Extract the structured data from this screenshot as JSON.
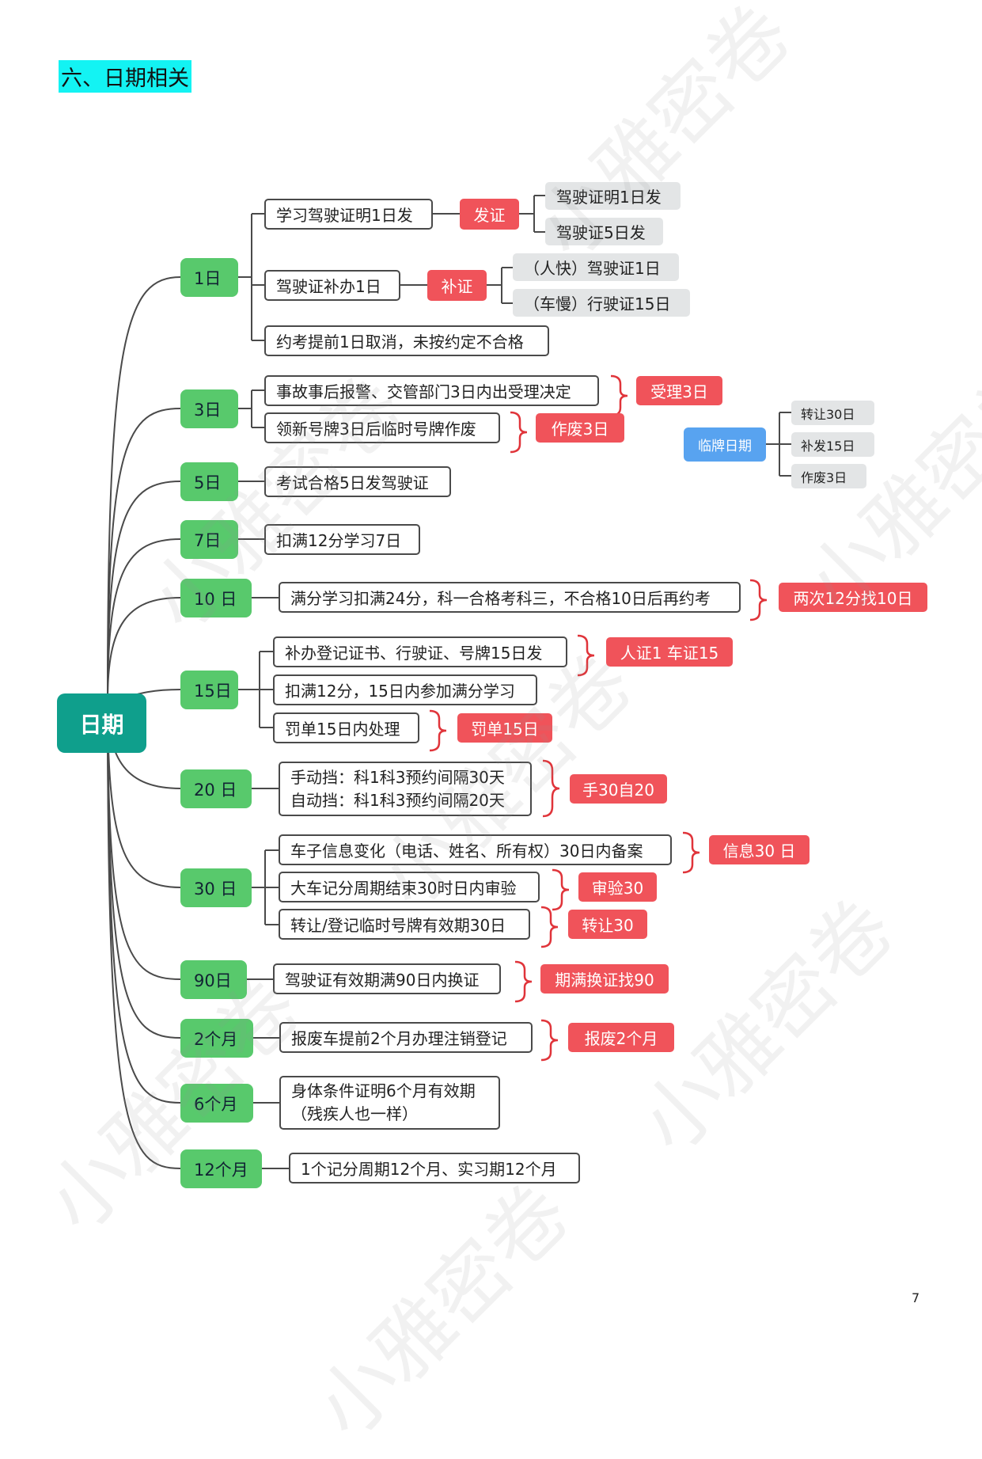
{
  "section_title": "六、日期相关",
  "root": "日期",
  "temp_plate": {
    "label": "临牌日期",
    "items": [
      "转让30日",
      "补发15日",
      "作废3日"
    ]
  },
  "branches": {
    "d1": {
      "label": "1日",
      "items": [
        "学习驾驶证明1日发",
        "驾驶证补办1日",
        "约考提前1日取消，未按约定不合格"
      ],
      "tags": [
        "发证",
        "补证"
      ],
      "subs_issue": [
        "驾驶证明1日发",
        "驾驶证5日发"
      ],
      "subs_reissue": [
        "（人快）驾驶证1日",
        "（车慢）行驶证15日"
      ]
    },
    "d3": {
      "label": "3日",
      "items": [
        "事故事后报警、交管部门3日内出受理决定",
        "领新号牌3日后临时号牌作废"
      ],
      "tags": [
        "受理3日",
        "作废3日"
      ]
    },
    "d5": {
      "label": "5日",
      "items": [
        "考试合格5日发驾驶证"
      ]
    },
    "d7": {
      "label": "7日",
      "items": [
        "扣满12分学习7日"
      ]
    },
    "d10": {
      "label": "10 日",
      "items": [
        "满分学习扣满24分，科一合格考科三，不合格10日后再约考"
      ],
      "tags": [
        "两次12分找10日"
      ]
    },
    "d15": {
      "label": "15日",
      "items": [
        "补办登记证书、行驶证、号牌15日发",
        "扣满12分，15日内参加满分学习",
        "罚单15日内处理"
      ],
      "tags": [
        "人证1 车证15",
        "罚单15日"
      ]
    },
    "d20": {
      "label": "20 日",
      "lines": [
        "手动挡：科1科3预约间隔30天",
        "自动挡：科1科3预约间隔20天"
      ],
      "tags": [
        "手30自20"
      ]
    },
    "d30": {
      "label": "30 日",
      "items": [
        "车子信息变化（电话、姓名、所有权）30日内备案",
        "大车记分周期结束30时日内审验",
        "转让/登记临时号牌有效期30日"
      ],
      "tags": [
        "信息30 日",
        "审验30",
        "转让30"
      ]
    },
    "d90": {
      "label": "90日",
      "items": [
        "驾驶证有效期满90日内换证"
      ],
      "tags": [
        "期满换证找90"
      ]
    },
    "m2": {
      "label": "2个月",
      "items": [
        "报废车提前2个月办理注销登记"
      ],
      "tags": [
        "报废2个月"
      ]
    },
    "m6": {
      "label": "6个月",
      "lines": [
        "身体条件证明6个月有效期",
        "（残疾人也一样）"
      ]
    },
    "m12": {
      "label": "12个月",
      "items": [
        "1个记分周期12个月、实习期12个月"
      ]
    }
  },
  "watermark": "小雅密卷",
  "page_number": "7",
  "colors": {
    "title_highlight": "#13f3f3",
    "root": "#0f9f8c",
    "category": "#58c96c",
    "tag_red": "#f0535a",
    "sub_gray": "#e3e5e6",
    "temp_plate_blue": "#58a3f0",
    "brace_red": "#e0343a",
    "line": "#4a4a4a"
  }
}
